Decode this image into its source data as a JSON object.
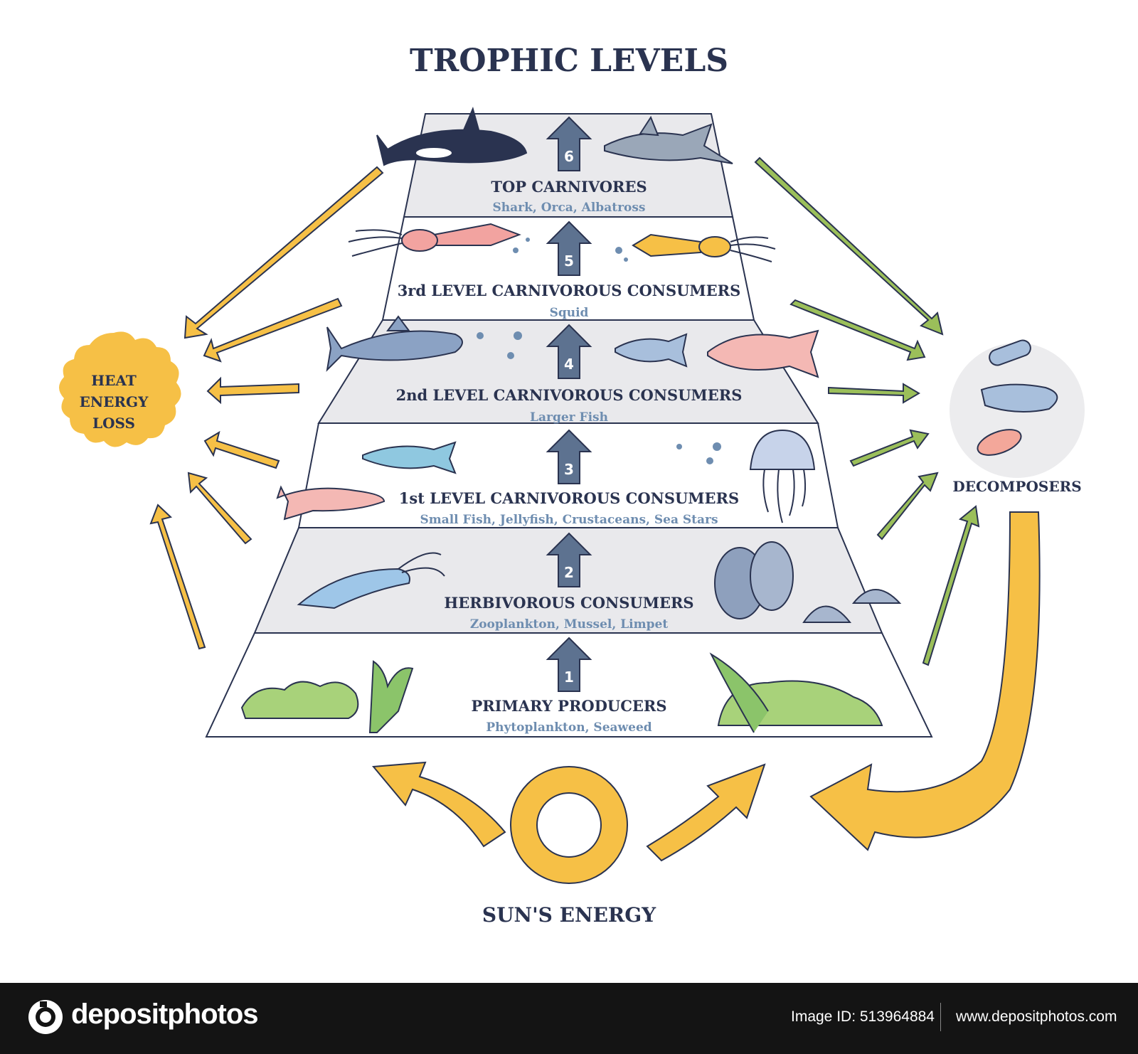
{
  "title": "TROPHIC LEVELS",
  "levels": [
    {
      "number": "6",
      "name": "TOP CARNIVORES",
      "examples": "Shark, Orca, Albatross"
    },
    {
      "number": "5",
      "name": "3rd LEVEL CARNIVOROUS CONSUMERS",
      "examples": "Squid"
    },
    {
      "number": "4",
      "name": "2nd LEVEL CARNIVOROUS CONSUMERS",
      "examples": "Larger Fish"
    },
    {
      "number": "3",
      "name": "1st LEVEL  CARNIVOROUS CONSUMERS",
      "examples": "Small Fish, Jellyfish, Crustaceans, Sea Stars"
    },
    {
      "number": "2",
      "name": "HERBIVOROUS CONSUMERS",
      "examples": "Zooplankton, Mussel, Limpet"
    },
    {
      "number": "1",
      "name": "PRIMARY PRODUCERS",
      "examples": "Phytoplankton, Seaweed"
    }
  ],
  "heat_loss": {
    "line1": "HEAT",
    "line2": "ENERGY",
    "line3": "LOSS"
  },
  "decomposers": "DECOMPOSERS",
  "sun": "SUN'S ENERGY",
  "footer": {
    "brand": "depositphotos",
    "image_id": "Image ID: 513964884",
    "site": "www.depositphotos.com"
  },
  "colors": {
    "text_dark": "#2a3350",
    "text_blue": "#6e8db0",
    "band_gray": "#e9e9ec",
    "arrow_blue": "#5d7290",
    "heat_yellow": "#f6c046",
    "green_arrow": "#9bbf5a",
    "sun_yellow": "#f6c046"
  }
}
